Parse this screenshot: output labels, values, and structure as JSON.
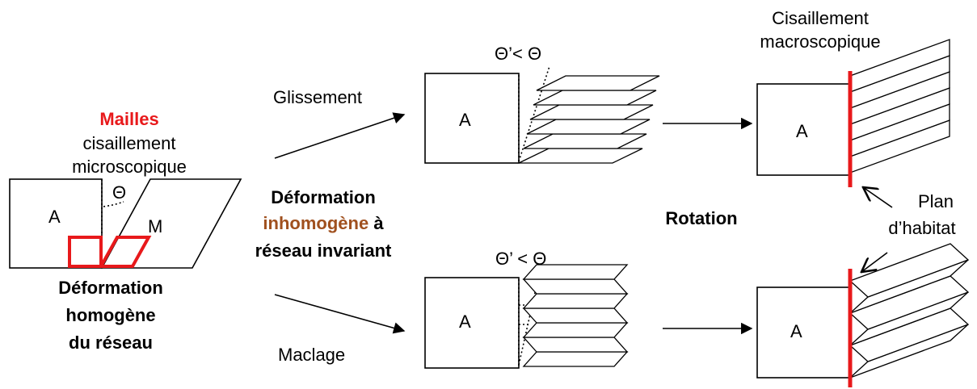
{
  "left": {
    "mailles": "Mailles",
    "line2": "cisaillement",
    "line3": "microscopique",
    "theta": "Θ",
    "box_a": "A",
    "box_m": "M",
    "bottom_line1": "Déformation",
    "bottom_line2": "homogène",
    "bottom_line3": "du réseau"
  },
  "center": {
    "line1": "Déformation",
    "inhomogene": "inhomogène",
    "a_word": " à",
    "line3": "réseau invariant"
  },
  "top": {
    "path_label": "Glissement",
    "angle_label": "Θ’< Θ",
    "box_a": "A"
  },
  "bottom": {
    "path_label": "Maclage",
    "angle_label": "Θ’ < Θ",
    "box_a": "A"
  },
  "rotation_label": "Rotation",
  "right_top": {
    "line1": "Cisaillement",
    "line2": "macroscopique",
    "box_a": "A"
  },
  "right_bottom": {
    "box_a": "A"
  },
  "plan": {
    "line1": "Plan",
    "line2": "d’habitat"
  },
  "colors": {
    "red": "#e8191b",
    "brown": "#a0501e"
  }
}
